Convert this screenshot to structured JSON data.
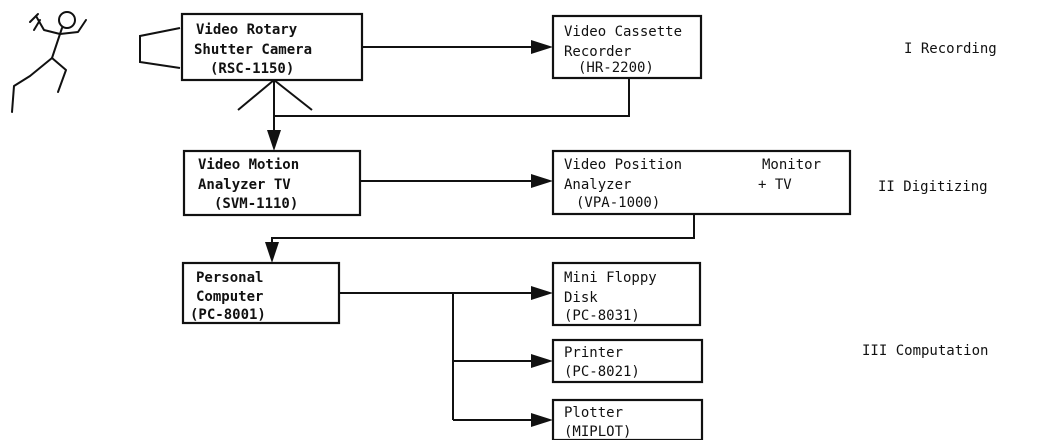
{
  "boxes": {
    "camera": {
      "lines": [
        "Video Rotary",
        "Shutter Camera",
        "(RSC-1150)"
      ]
    },
    "vcr": {
      "lines": [
        "Video Cassette",
        "Recorder",
        "(HR-2200)"
      ]
    },
    "analyzer": {
      "lines": [
        "Video Motion",
        "Analyzer TV",
        "(SVM-1110)"
      ]
    },
    "vpa": {
      "lines": [
        "Video Position",
        "Analyzer",
        "(VPA-1000)"
      ],
      "monitor": "Monitor",
      "plus_tv": "+ TV"
    },
    "computer": {
      "lines": [
        "Personal",
        "Computer",
        "(PC-8001)"
      ]
    },
    "floppy": {
      "lines": [
        "Mini Floppy",
        "Disk",
        "(PC-8031)"
      ]
    },
    "printer": {
      "lines": [
        "Printer",
        "(PC-8021)"
      ]
    },
    "plotter": {
      "lines": [
        "Plotter",
        "(MIPLOT)"
      ]
    }
  },
  "stages": {
    "recording": "I Recording",
    "digitizing": "II Digitizing",
    "computation": "III Computation"
  },
  "icons": {
    "runner": "running-person-icon",
    "camera": "camera-lens-icon",
    "tripod": "tripod-icon"
  }
}
